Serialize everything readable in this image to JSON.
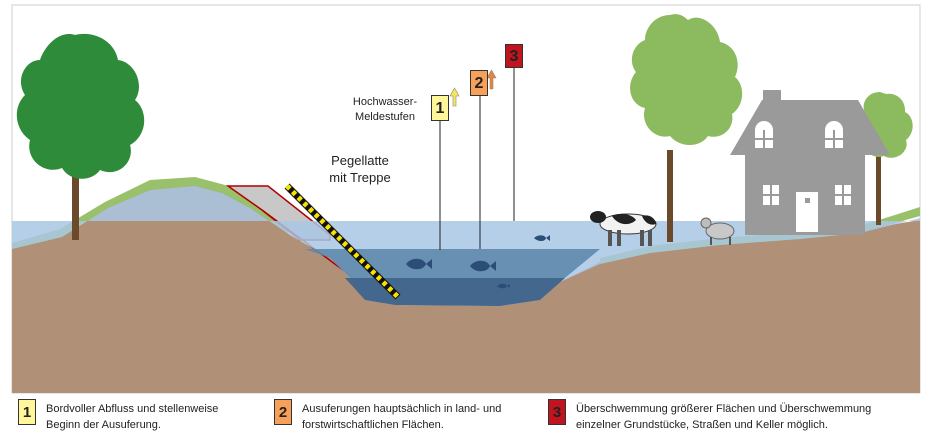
{
  "labels": {
    "meldestufen_line1": "Hochwasser-",
    "meldestufen_line2": "Meldestufen",
    "pegel_line1": "Pegellatte",
    "pegel_line2": "mit Treppe"
  },
  "levels": [
    {
      "num": "1",
      "color": "#fff79a",
      "arrow_color": "#f5e65a"
    },
    {
      "num": "2",
      "color": "#f7a05a",
      "arrow_color": "#e8843a"
    },
    {
      "num": "3",
      "color": "#c0141e",
      "arrow_color": "#c0141e"
    }
  ],
  "legend": [
    {
      "num": "1",
      "line1": "Bordvoller Abfluss und stellenweise",
      "line2": "Beginn der Ausuferung."
    },
    {
      "num": "2",
      "line1": "Ausuferungen hauptsächlich in land- und",
      "line2": "forstwirtschaftlichen Flächen."
    },
    {
      "num": "3",
      "line1": "Überschwemmung größerer Flächen und Überschwemmung",
      "line2": "einzelner Grundstücke, Straßen und Keller möglich."
    }
  ],
  "colors": {
    "ground": "#b09077",
    "grass": "#99c06a",
    "water_surface": "#a9c7e4",
    "water_mid": "#5f88ad",
    "water_deep": "#3f6388",
    "tree_foliage": "#2e8b3a",
    "tree_light": "#8bbb5e",
    "house": "#9a9a9a"
  },
  "icons": [
    "tree-icon",
    "house-icon",
    "cow-icon",
    "sheep-icon",
    "fish-icon",
    "arrow-up-icon"
  ]
}
